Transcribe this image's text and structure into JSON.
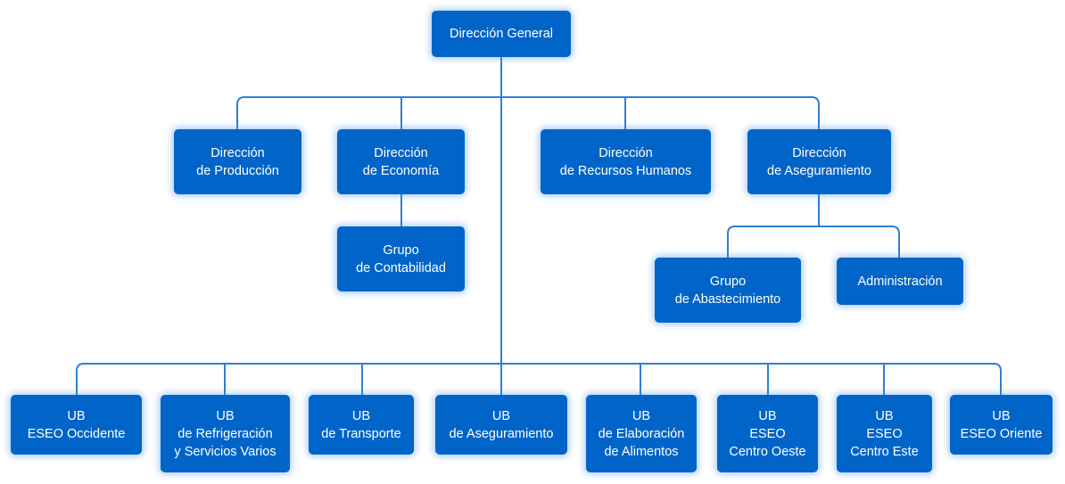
{
  "colors": {
    "box": "#0064c8",
    "text": "#ffffff",
    "connector": "#2f7fd6"
  },
  "nodes": {
    "general": [
      "Dirección General"
    ],
    "produccion": [
      "Dirección",
      "de Producción"
    ],
    "economia": [
      "Dirección",
      "de Economía"
    ],
    "rrhh": [
      "Dirección",
      "de Recursos Humanos"
    ],
    "aseguramiento": [
      "Dirección",
      "de Aseguramiento"
    ],
    "contabilidad": [
      "Grupo",
      "de Contabilidad"
    ],
    "abastecimiento": [
      "Grupo",
      "de Abastecimiento"
    ],
    "administracion": [
      "Administración"
    ],
    "ub_occidente": [
      "UB",
      "ESEO Occidente"
    ],
    "ub_refrigeracion": [
      "UB",
      "de Refrigeración",
      "y Servicios Varios"
    ],
    "ub_transporte": [
      "UB",
      "de Transporte"
    ],
    "ub_aseguramiento": [
      "UB",
      "de Aseguramiento"
    ],
    "ub_elaboracion": [
      "UB",
      "de Elaboración",
      "de Alimentos"
    ],
    "ub_centro_oeste": [
      "UB",
      "ESEO",
      "Centro Oeste"
    ],
    "ub_centro_este": [
      "UB",
      "ESEO",
      "Centro Este"
    ],
    "ub_oriente": [
      "UB",
      "ESEO Oriente"
    ]
  }
}
